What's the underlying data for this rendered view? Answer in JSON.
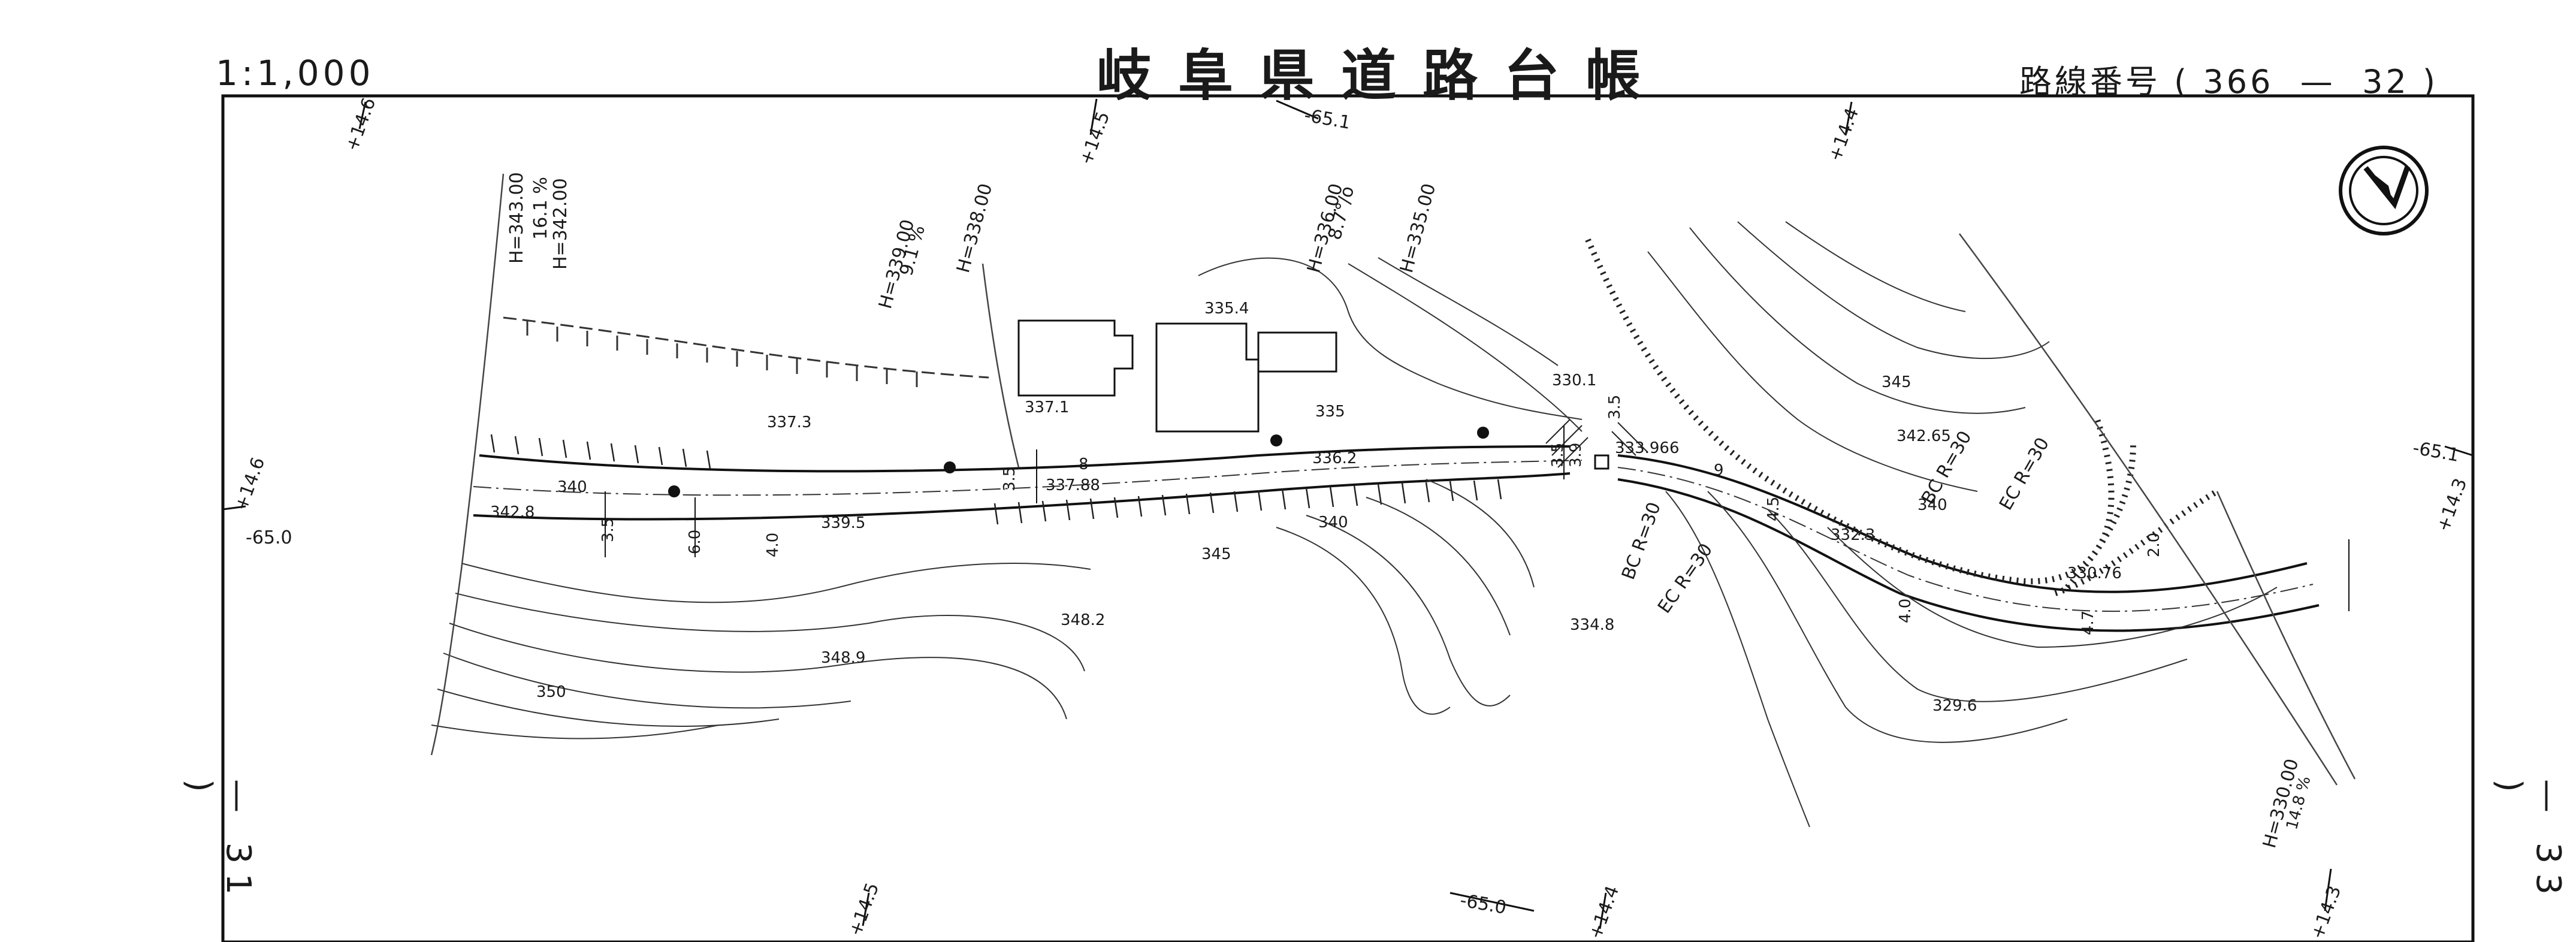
{
  "header": {
    "scale": "1:1,000",
    "title": "岐阜県道路台帳",
    "route": "路線番号 ( 366  —  32 )"
  },
  "sheet_refs": {
    "left": "— 31 )",
    "right": "— 33 )"
  },
  "north_arrow": {
    "icon": "north-arrow-icon"
  },
  "elevation_labels": {
    "h343": "H=343.00",
    "g161": "16.1 %",
    "h342": "H=342.00",
    "h339": "H=339.00",
    "g91": "9.1 %",
    "h338": "H=338.00",
    "h336": "H=336.00",
    "g87": "8.7°/o",
    "h335": "H=335.00",
    "h330": "H=330.00",
    "g148": "14.8 %"
  },
  "spot_heights": {
    "s3354": "335.4",
    "s3373": "337.3",
    "s3371": "337.1",
    "s335": "335",
    "s3301": "330.1",
    "s3362": "336.2",
    "s33788": "337.88",
    "s333966": "333.966",
    "s340a": "340",
    "s3428": "342.8",
    "s3395": "339.5",
    "s340b": "340",
    "s345a": "345",
    "s3482": "348.2",
    "s3489": "348.9",
    "s350": "350",
    "s3348": "334.8",
    "s345b": "345",
    "s34265": "342.65",
    "s340c": "340",
    "s3323": "332.3",
    "s33076": "330.76",
    "s3296": "329.6"
  },
  "curve_labels": {
    "bc1": "BC R=30",
    "ec1": "EC R=30",
    "bc2": "BC R=30",
    "ec2": "EC R=30"
  },
  "grid_marks": {
    "t1": "+14.6",
    "t2": "+14.5",
    "t3": "-65.1",
    "t4": "+14.4",
    "l1": "+14.6",
    "l2": "-65.0",
    "r1": "-65.1",
    "r2": "+14.3",
    "b1": "+14.5",
    "b2": "-65.0",
    "b3": "+14.4",
    "b4": "+14.3"
  },
  "dimensions": {
    "d1": "6.0",
    "d2": "3.5",
    "d3": "4.0",
    "d4": "3.5",
    "d5": "3.5",
    "d6": "3.9",
    "d7": "3.5",
    "d8": "4.5",
    "d9": "4.0",
    "d10": "4.7",
    "d11": "2.0",
    "d12": "8",
    "d13": "9"
  }
}
